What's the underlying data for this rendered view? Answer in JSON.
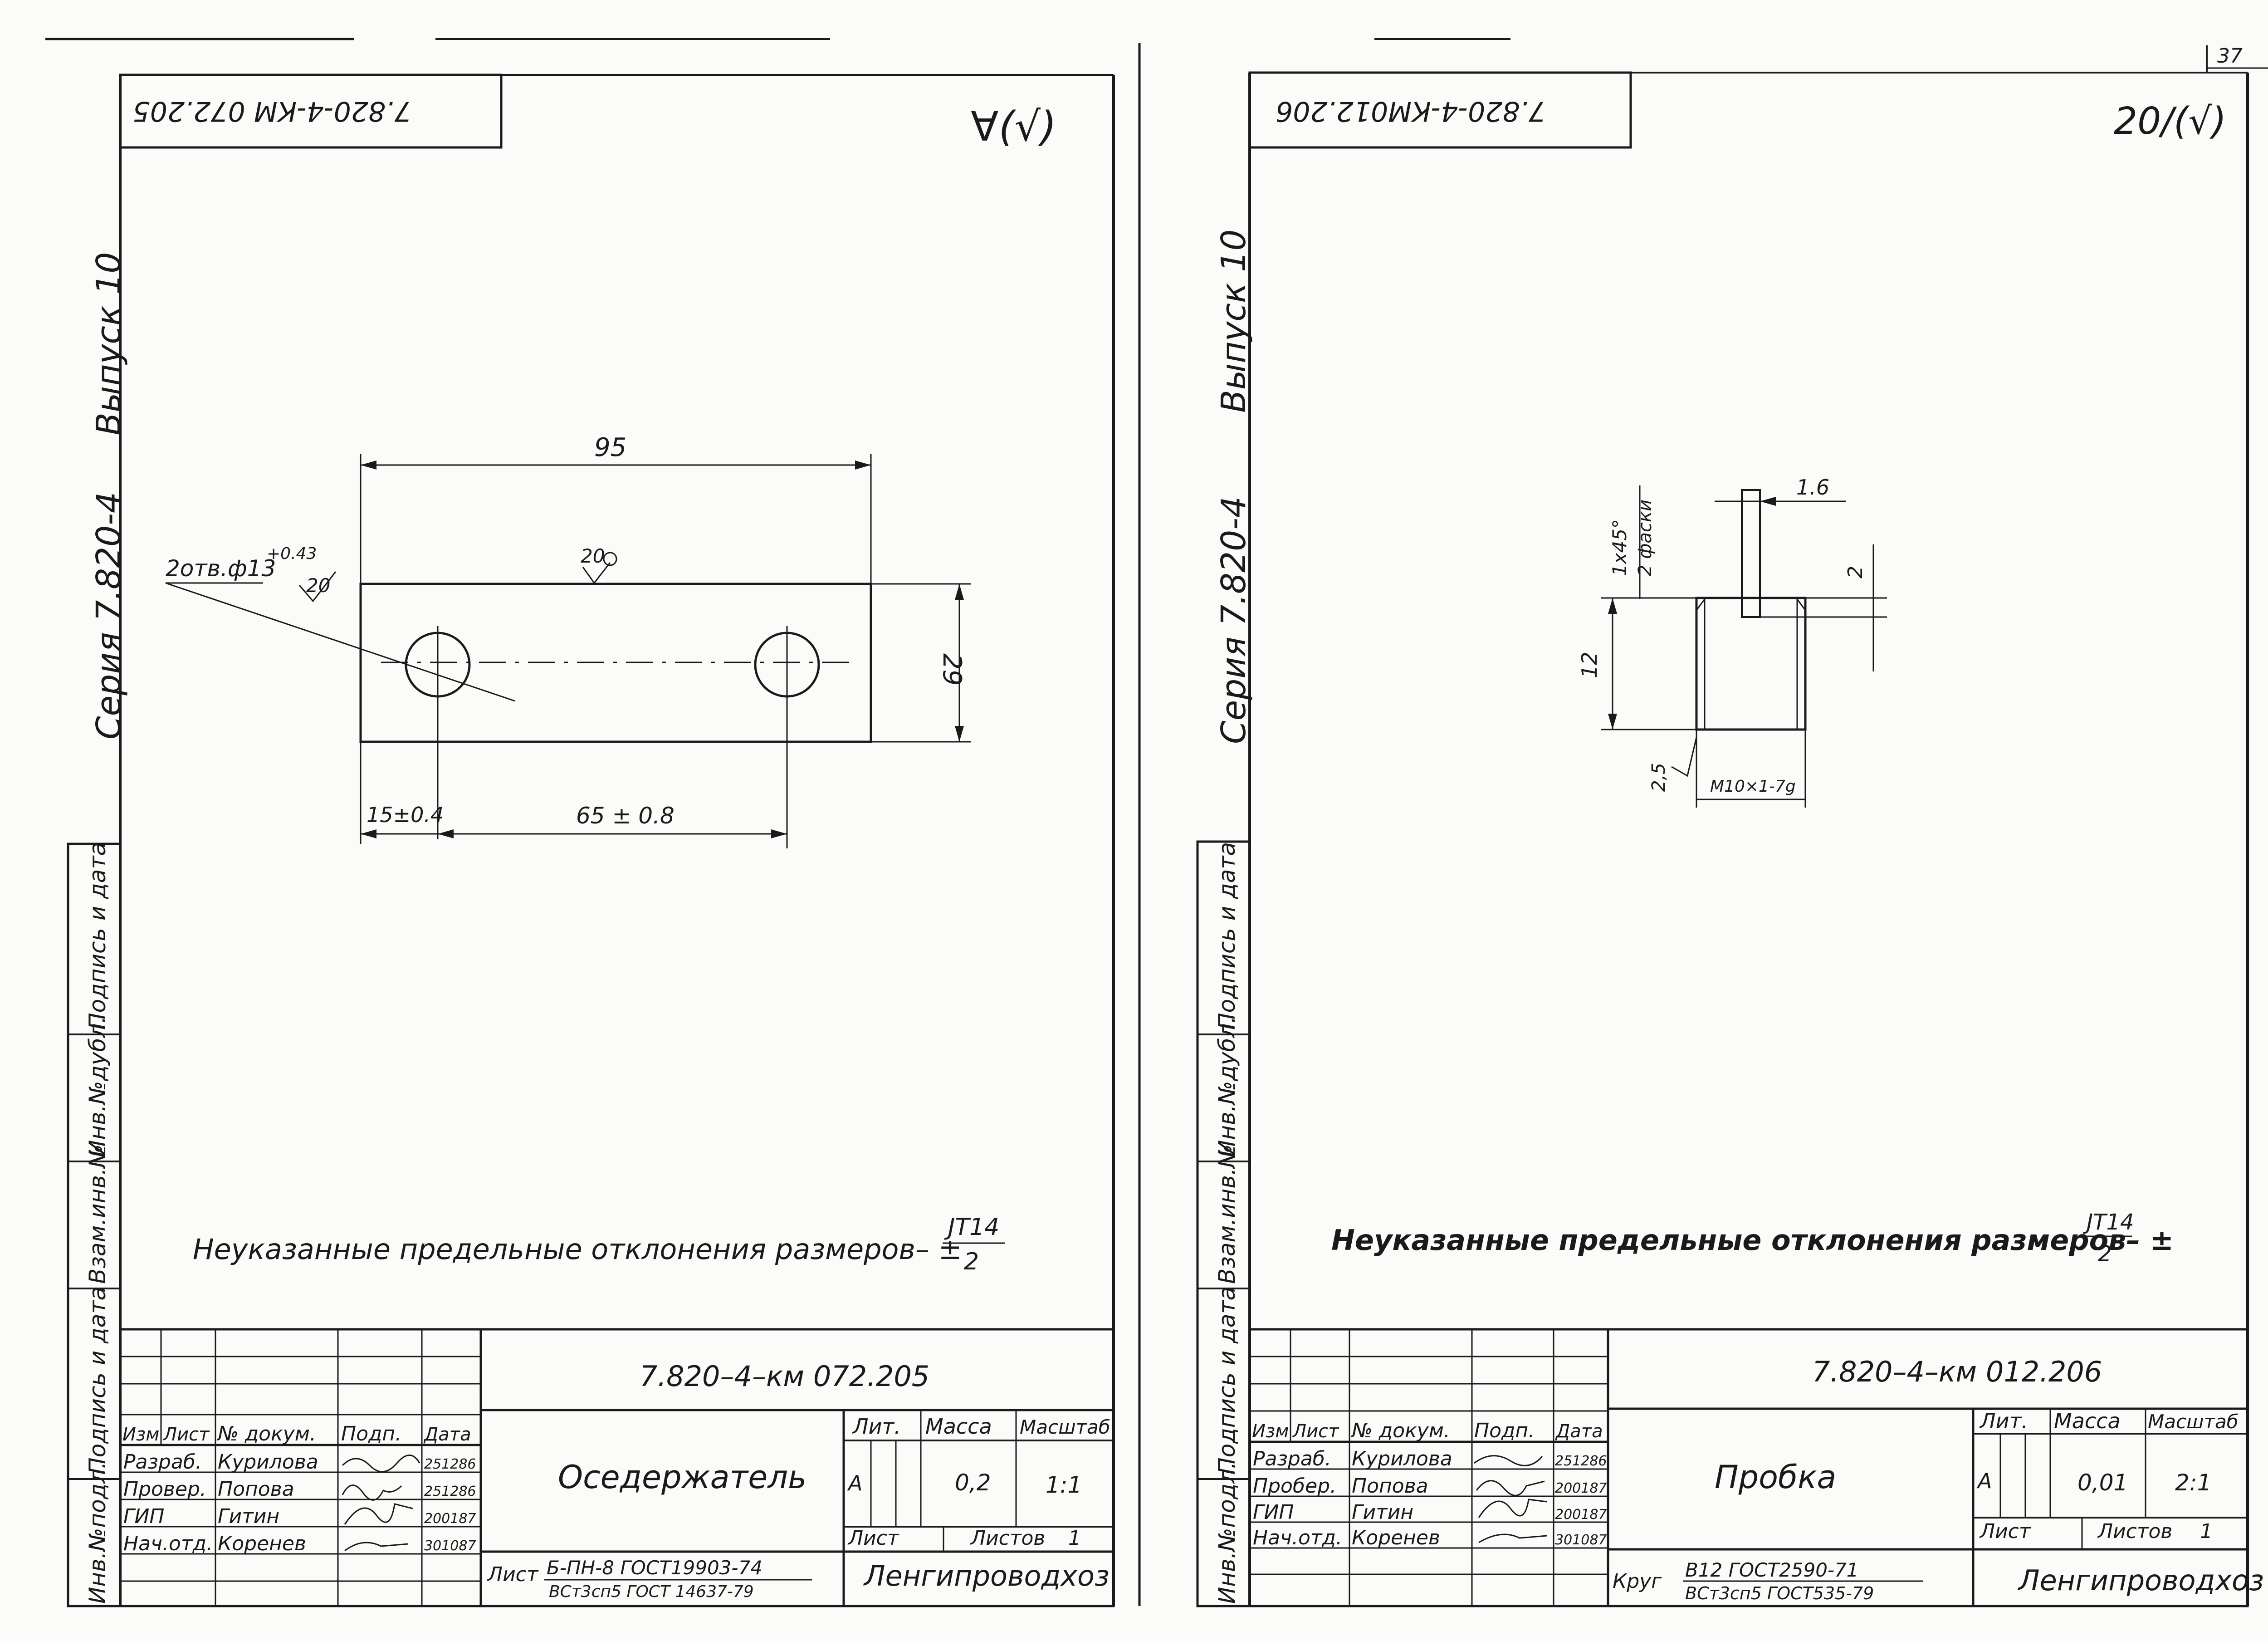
{
  "page_number": "37",
  "left": {
    "code_rotated": "7.820-4-КМ 072.205",
    "roughness_mark": "∀(√)",
    "series": "Серия 7.820-4",
    "issue": "Выпуск 10",
    "dim_width": "95",
    "dim_height": "29",
    "dim_edge": "15±0.4",
    "dim_pitch": "65 ± 0.8",
    "holes_note": "2отв.ф13",
    "holes_tol": "+0.43",
    "hole_rough": "20",
    "surf_rough": "20",
    "note_text": "Неуказанные   предельные отклонения размеров– ±",
    "note_num": "JT14",
    "note_den": "2",
    "doc_code": "7.820–4–км 072.205",
    "title": "Оседержатель",
    "lit_letter": "А",
    "mass": "0,2",
    "scale": "1:1",
    "material_prefix": "Лист",
    "material_top": "Б-ПН-8  ГОСТ19903-74",
    "material_bottom": "ВСт3сп5 ГОСТ 14637-79",
    "org": "Ленгипроводхоз",
    "sheets_value": "1",
    "rows": [
      {
        "role": "Разраб.",
        "name": "Курилова",
        "date": "251286"
      },
      {
        "role": "Провер.",
        "name": "Попова",
        "date": "251286"
      },
      {
        "role": "ГИП",
        "name": "Гитин",
        "date": "200187"
      },
      {
        "role": "Нач.отд.",
        "name": "Коренев",
        "date": "301087"
      }
    ]
  },
  "right": {
    "code_rotated": "7.820-4-КМ012.206",
    "roughness_mark": "20/(√)",
    "series": "Серия 7.820-4",
    "issue": "Выпуск 10",
    "dim_slot": "1.6",
    "dim_slot_depth": "2",
    "dim_length": "12",
    "dim_chamfer_note": "1x45°",
    "dim_chamfer_note2": "2 фаски",
    "surf_rough": "2,5",
    "thread": "М10×1-7g",
    "note_text": "Неуказанные  предельные отклонения размеров– ±",
    "note_num": "JT14",
    "note_den": "2",
    "doc_code": "7.820–4–км 012.206",
    "title": "Пробка",
    "lit_letter": "А",
    "mass": "0,01",
    "scale": "2:1",
    "material_prefix": "Круг",
    "material_top": "В12  ГОСТ2590-71",
    "material_bottom": "ВСт3сп5 ГОСТ535-79",
    "org": "Ленгипроводхоз",
    "sheets_value": "1",
    "rows": [
      {
        "role": "Разраб.",
        "name": "Курилова",
        "date": "251286"
      },
      {
        "role": "Пробер.",
        "name": "Попова",
        "date": "200187"
      },
      {
        "role": "ГИП",
        "name": "Гитин",
        "date": "200187"
      },
      {
        "role": "Нач.отд.",
        "name": "Коренев",
        "date": "301087"
      }
    ]
  },
  "labels": {
    "izm": "Изм",
    "list": "Лист",
    "doc_no": "№ докум.",
    "sign": "Подп.",
    "date": "Дата",
    "lit": "Лит.",
    "mass": "Масса",
    "scale": "Масштаб",
    "sheet": "Лист",
    "sheets": "Листов",
    "side_inv_podl": "Инв.№подл.",
    "side_sign_date": "Подпись и дата",
    "side_vzam": "Взам.инв.№",
    "side_inv_dubl": "Инв.№дубл."
  }
}
